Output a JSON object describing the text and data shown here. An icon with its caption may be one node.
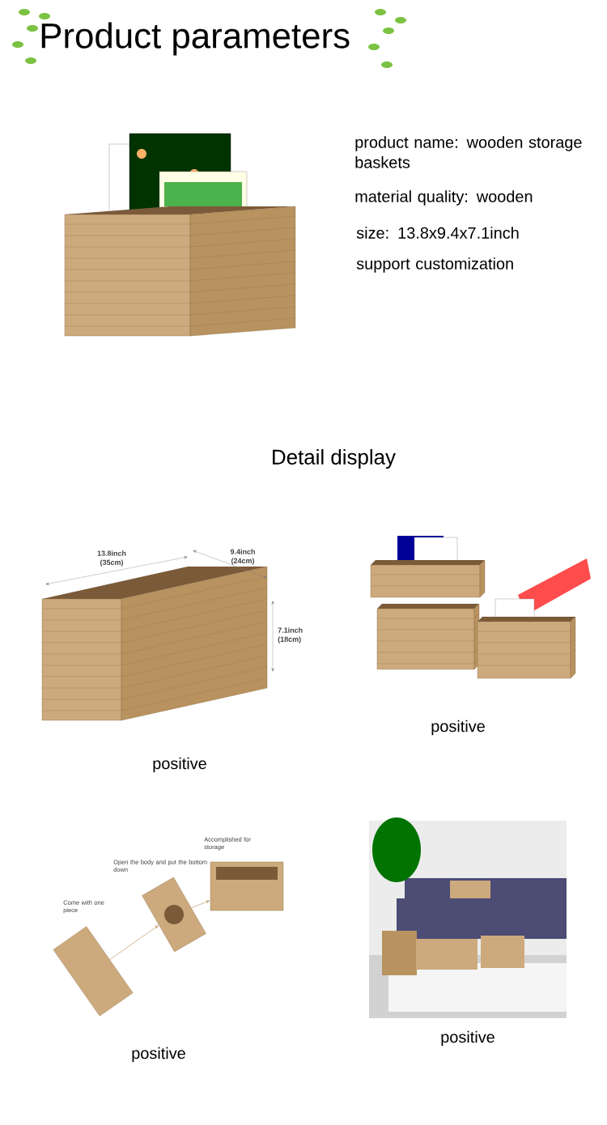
{
  "diagram": {
    "title": "Product parameters",
    "nodes": [
      {
        "text": [],
        "shape": "picture",
        "beside": [
          "Come with one piece"
        ]
      },
      {
        "text": [],
        "shape": "picture",
        "beside": [
          "Open the body and put the bottom down"
        ]
      },
      {
        "text": [],
        "shape": "picture",
        "beside": [
          "Accomplished for storage"
        ]
      }
    ],
    "edges": [
      {
        "from": 0,
        "to": 1,
        "arrow": "to"
      },
      {
        "from": 1,
        "to": 2,
        "arrow": "to"
      }
    ],
    "labels": [
      "product name: wooden storage baskets",
      "material quality: wooden",
      "size: 13.8x9.4x7.1inch",
      "support customization",
      "Detail display",
      "13.8inch (35cm)",
      "9.4inch (24cm)",
      "7.1inch (18cm)",
      "positive",
      "positive",
      "positive",
      "positive"
    ]
  }
}
